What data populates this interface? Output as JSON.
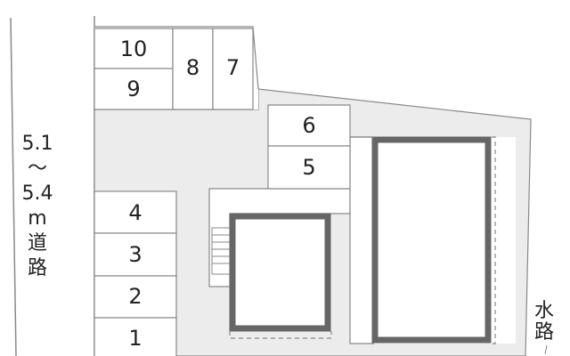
{
  "map": {
    "colors": {
      "lot_fill": "#ececec",
      "outline": "#888888",
      "building_wall": "#666666",
      "building_fill": "#ffffff",
      "text": "#222222"
    },
    "parking_spaces": [
      {
        "id": "space-1",
        "label": "1"
      },
      {
        "id": "space-2",
        "label": "2"
      },
      {
        "id": "space-3",
        "label": "3"
      },
      {
        "id": "space-4",
        "label": "4"
      },
      {
        "id": "space-5",
        "label": "5"
      },
      {
        "id": "space-6",
        "label": "6"
      },
      {
        "id": "space-7",
        "label": "7"
      },
      {
        "id": "space-8",
        "label": "8"
      },
      {
        "id": "space-9",
        "label": "9"
      },
      {
        "id": "space-10",
        "label": "10"
      }
    ],
    "road": {
      "width_line1": "5.1",
      "tilde": "〜",
      "width_line2": "5.4",
      "unit": "m",
      "name_char1": "道",
      "name_char2": "路"
    },
    "waterway": {
      "char1": "水",
      "char2": "路"
    }
  }
}
